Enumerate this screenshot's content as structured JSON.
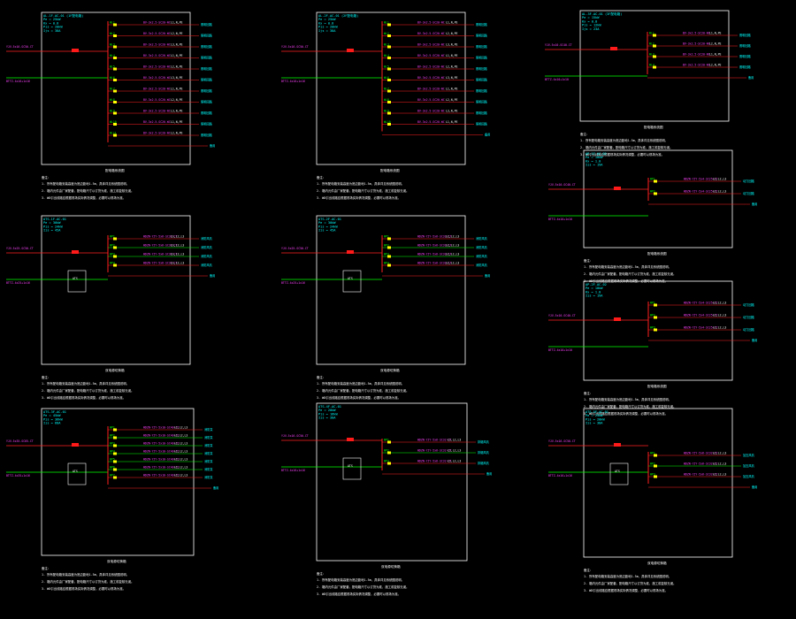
{
  "colors": {
    "background": "#000000",
    "frame": "#ffffff",
    "busbar": "#ff2020",
    "feeder": "#ff2020",
    "green": "#00ff00",
    "cyan": "#00ffff",
    "magenta": "#ff44ff",
    "yellow": "#ffff00",
    "white": "#ffffff",
    "breaker": "#ff1a1a"
  },
  "common": {
    "spare_label": "备用",
    "note_title": "备注：",
    "notes": [
      "1. 所有配电箱安装高度为底边距地1.5m，具体详见系统图说明。",
      "2. 箱内元件由厂家配套，配电箱尺寸以订货为准，施工前复核无误。",
      "3. WD引出线路应根据现场实际情况调整，必要时以现场为准。"
    ]
  },
  "panels": [
    {
      "id": "p1",
      "title": "配电箱系统图",
      "info": [
        "AL-1F-AC-01 (1F配电箱)",
        "Pe = 25kW",
        "Kx = 0.8",
        "Pjs = 20kW",
        "Ijs = 38A"
      ],
      "incoming": "YJV-5x16-SC50-CT",
      "incoming2": "BTTZ-4x16+1x16",
      "feeders": [
        "WL1",
        "WL2",
        "WL3",
        "WL4",
        "WL5",
        "WL6",
        "WL7",
        "WL8",
        "WL9",
        "WL10",
        "WL11"
      ],
      "feeder_desc": "BV-3x2.5-SC20-WC",
      "feeder_dest": "照明回路",
      "circuits": [
        "L1,N,PE",
        "L2,N,PE",
        "L3,N,PE"
      ]
    },
    {
      "id": "p2",
      "title": "配电箱系统图",
      "info": [
        "AL-2F-AC-01 (2F配电箱)",
        "Pe = 25kW",
        "Kx = 0.8",
        "Pjs = 20kW",
        "Ijs = 38A"
      ],
      "incoming": "YJV-5x16-SC50-CT",
      "incoming2": "BTTZ-4x16+1x16",
      "feeders": [
        "WL1",
        "WL2",
        "WL3",
        "WL4",
        "WL5",
        "WL6",
        "WL7",
        "WL8",
        "WL9",
        "WL10"
      ],
      "feeder_desc": "BV-3x2.5-SC20-WC",
      "feeder_dest": "照明回路",
      "circuits": [
        "L1,N,PE",
        "L2,N,PE",
        "L3,N,PE"
      ]
    },
    {
      "id": "p3",
      "title": "配电箱系统图",
      "info": [
        "AL-3F-AC-01 (3F配电箱)",
        "Pe = 15kW",
        "Kx = 0.8",
        "Pjs = 12kW",
        "Ijs = 23A"
      ],
      "incoming": "YJV-5x10-SC40-CT",
      "incoming2": "BTTZ-4x10+1x10",
      "feeders": [
        "WL1",
        "WL2",
        "WL3",
        "WL4"
      ],
      "feeder_desc": "BV-3x2.5-SC20-WC",
      "feeder_dest": "照明回路",
      "circuits": [
        "L1,N,PE",
        "L2,N,PE"
      ]
    },
    {
      "id": "p4",
      "title": "双电源切换箱",
      "info": [
        "ATS-1F-AC-01",
        "Pe = 30kW",
        "Pjs = 24kW",
        "Ijs = 45A"
      ],
      "incoming": "YJV-5x25-SC50-CT",
      "incoming2": "BTTZ-4x25+1x16",
      "feeders": [
        "WP1",
        "WP2",
        "WP3",
        "WP4"
      ],
      "feeder_desc": "WDZN-YJY-5x6-SC32-CT",
      "feeder_dest": "消防风机",
      "circuits": [
        "L1,L2,L3"
      ],
      "ats": "ATS"
    },
    {
      "id": "p5",
      "title": "双电源切换箱",
      "info": [
        "ATS-2F-AC-01",
        "Pe = 30kW",
        "Pjs = 24kW",
        "Ijs = 45A"
      ],
      "incoming": "YJV-5x25-SC50-CT",
      "incoming2": "BTTZ-4x25+1x16",
      "feeders": [
        "WP1",
        "WP2",
        "WP3",
        "WP4"
      ],
      "feeder_desc": "WDZN-YJY-5x6-SC32-CT",
      "feeder_dest": "消防风机",
      "circuits": [
        "L1,L2,L3"
      ],
      "ats": "ATS"
    },
    {
      "id": "p6",
      "title": "配电箱系统图",
      "info": [
        "AP-1F-AC-02",
        "Pe = 10kW",
        "Kx = 1.0",
        "Ijs = 19A"
      ],
      "incoming": "YJV-5x10-SC40-CT",
      "incoming2": "BTTZ-4x10+1x10",
      "feeders": [
        "WP1",
        "WP2"
      ],
      "feeder_desc": "WDZN-YJY-5x4-SC25-CT",
      "feeder_dest": "动力回路",
      "circuits": [
        "L1,L2,L3"
      ]
    },
    {
      "id": "p7",
      "title": "双电源切换箱",
      "info": [
        "ATS-3F-AC-01",
        "Pe = 45kW",
        "Pjs = 36kW",
        "Ijs = 68A"
      ],
      "incoming": "YJV-5x35-SC65-CT",
      "incoming2": "BTTZ-4x35+1x16",
      "feeders": [
        "WP1",
        "WP2",
        "WP3",
        "WP4",
        "WP5",
        "WP6",
        "WP7"
      ],
      "feeder_desc": "WDZN-YJY-5x10-SC40-CT",
      "feeder_dest": "消防泵",
      "circuits": [
        "L1,L2,L3"
      ],
      "ats": "ATS"
    },
    {
      "id": "p8",
      "title": "双电源切换箱",
      "info": [
        "ATS-4F-AC-01",
        "Pe = 20kW",
        "Pjs = 16kW",
        "Ijs = 30A"
      ],
      "incoming": "YJV-5x16-SC50-CT",
      "incoming2": "BTTZ-4x16+1x16",
      "feeders": [
        "WP1",
        "WP2",
        "WP3"
      ],
      "feeder_desc": "WDZN-YJY-5x6-SC32-CT",
      "feeder_dest": "排烟风机",
      "circuits": [
        "L1,L2,L3"
      ],
      "ats": "ATS"
    },
    {
      "id": "p9",
      "title": "配电箱系统图",
      "info": [
        "AP-2F-AC-02",
        "Pe = 10kW",
        "Kx = 1.0",
        "Ijs = 19A"
      ],
      "incoming": "YJV-5x10-SC40-CT",
      "incoming2": "BTTZ-4x10+1x10",
      "feeders": [
        "WP1",
        "WP2",
        "WP3"
      ],
      "feeder_desc": "WDZN-YJY-5x4-SC25-CT",
      "feeder_dest": "动力回路",
      "circuits": [
        "L1,L2,L3"
      ]
    },
    {
      "id": "p10",
      "title": "双电源切换箱",
      "info": [
        "ATS-5F-AC-01",
        "Pe = 25kW",
        "Pjs = 20kW",
        "Ijs = 38A"
      ],
      "incoming": "YJV-5x16-SC50-CT",
      "incoming2": "BTTZ-4x16+1x16",
      "feeders": [
        "WP1",
        "WP2",
        "WP3"
      ],
      "feeder_desc": "WDZN-YJY-5x6-SC32-CT",
      "feeder_dest": "加压风机",
      "circuits": [
        "L1,L2,L3"
      ],
      "ats": "ATS"
    }
  ]
}
